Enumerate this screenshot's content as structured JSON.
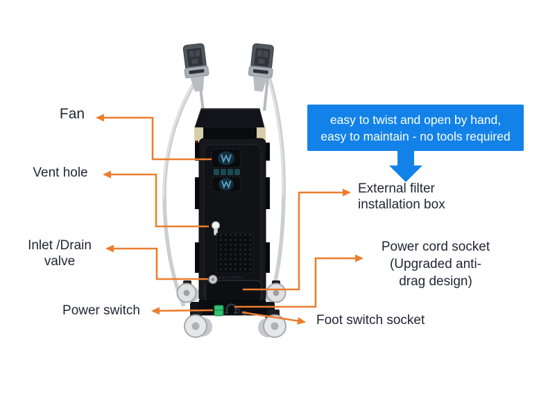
{
  "annotations": {
    "fan": {
      "text": "Fan"
    },
    "vent_hole": {
      "text": "Vent hole"
    },
    "inlet_drain_valve": {
      "line1": "Inlet /Drain",
      "line2": "valve"
    },
    "power_switch": {
      "text": "Power switch"
    },
    "foot_switch_socket": {
      "text": "Foot switch socket"
    },
    "external_filter_box": {
      "line1": "External filter",
      "line2": "installation box"
    },
    "power_cord_socket": {
      "line1": "Power cord socket",
      "line2": "(Upgraded anti-",
      "line3": "drag design)"
    }
  },
  "callout": {
    "line1": "easy to twist and open by hand,",
    "line2": "easy to maintain - no tools required"
  },
  "colors": {
    "connector_orange": "#ed7d2e",
    "callout_blue": "#1282e9",
    "callout_text": "#ffffff",
    "label_text": "#202633",
    "machine_body": "#17181c"
  }
}
